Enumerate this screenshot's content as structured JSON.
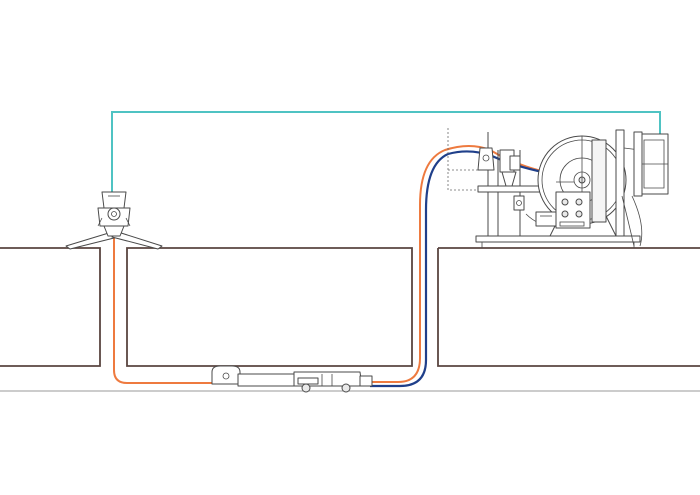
{
  "diagram": {
    "colors": {
      "signal_cable": "#4fc3c3",
      "push_cable": "#ee7a3f",
      "hose": "#1f3f8a",
      "ground": "#5a4540",
      "pipe": "#9a9a9a",
      "equipment": "#4a4a4a"
    },
    "components": [
      {
        "id": "manhole-roller-guide",
        "icon": "roller-guide-icon"
      },
      {
        "id": "sewer-inspection-crawler",
        "icon": "crawler-icon"
      },
      {
        "id": "cable-reel-unit",
        "icon": "reel-icon"
      },
      {
        "id": "control-box",
        "icon": "control-panel-icon"
      },
      {
        "id": "monitor-unit",
        "icon": "monitor-icon"
      }
    ],
    "connections": [
      {
        "id": "signal-cable",
        "from": "monitor-unit",
        "to": "manhole-roller-guide"
      },
      {
        "id": "push-cable",
        "from": "manhole-roller-guide",
        "to": "sewer-inspection-crawler"
      },
      {
        "id": "hose",
        "from": "cable-reel-unit",
        "to": "sewer-inspection-crawler"
      }
    ]
  }
}
